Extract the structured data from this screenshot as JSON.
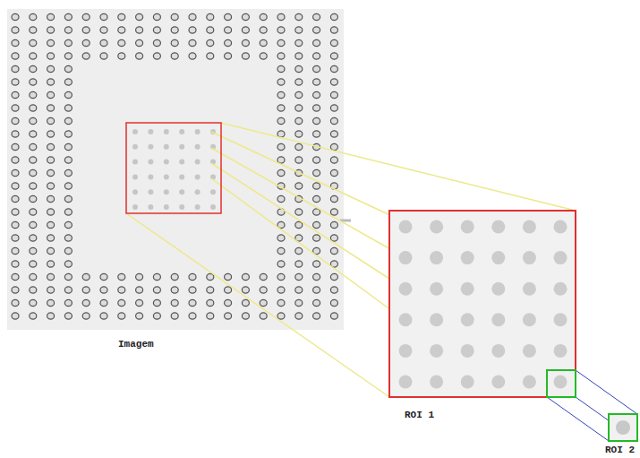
{
  "diagram": {
    "labels": [
      "Imagem",
      "ROI 1",
      "ROI 2"
    ]
  }
}
